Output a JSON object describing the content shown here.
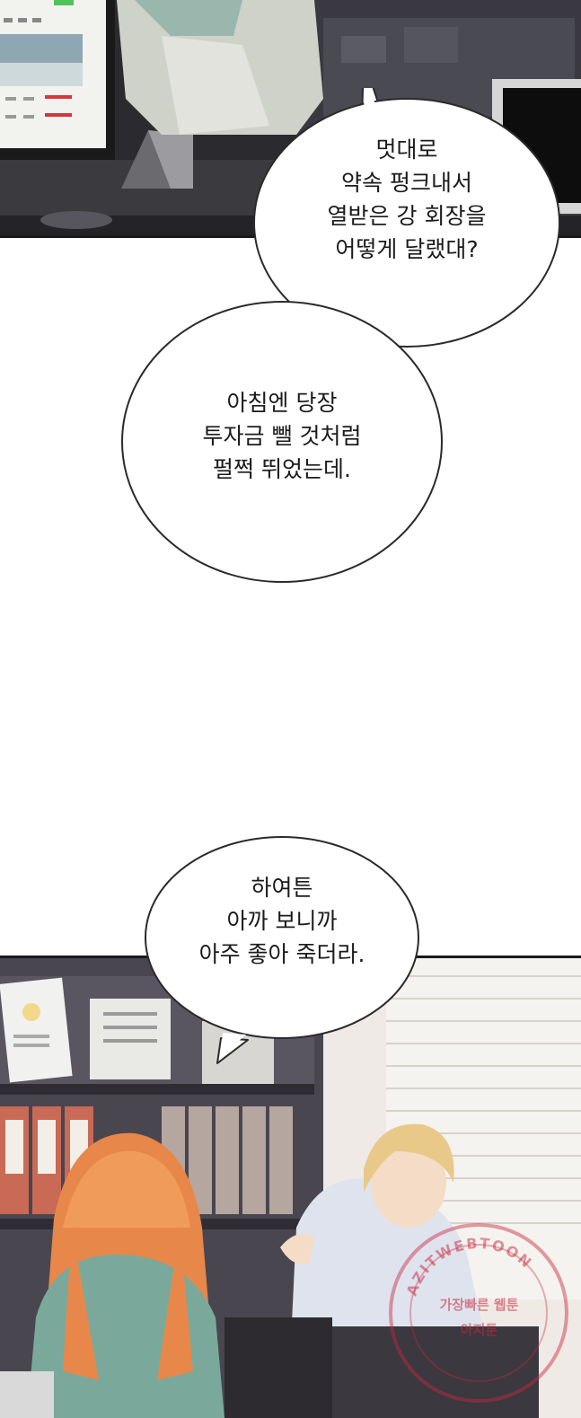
{
  "colors": {
    "panel_border": "#1a1a1a",
    "bubble_fill": "#ffffff",
    "bubble_stroke": "#2a2a2a",
    "watermark": "#c8283c"
  },
  "bubbles": [
    {
      "lines": [
        "멋대로",
        "약속 펑크내서",
        "열받은 강 회장을",
        "어떻게 달랬대?"
      ]
    },
    {
      "lines": [
        "아침엔 당장",
        "투자금 뺄 것처럼",
        "펄쩍 뛰었는데."
      ]
    },
    {
      "lines": [
        "하여튼",
        "아까 보니까",
        "아주 좋아 죽더라."
      ]
    }
  ],
  "watermark": {
    "ring_text": "AZITWEBTOON",
    "line1": "가장빠른 웹툰",
    "line2": "아지툰"
  }
}
